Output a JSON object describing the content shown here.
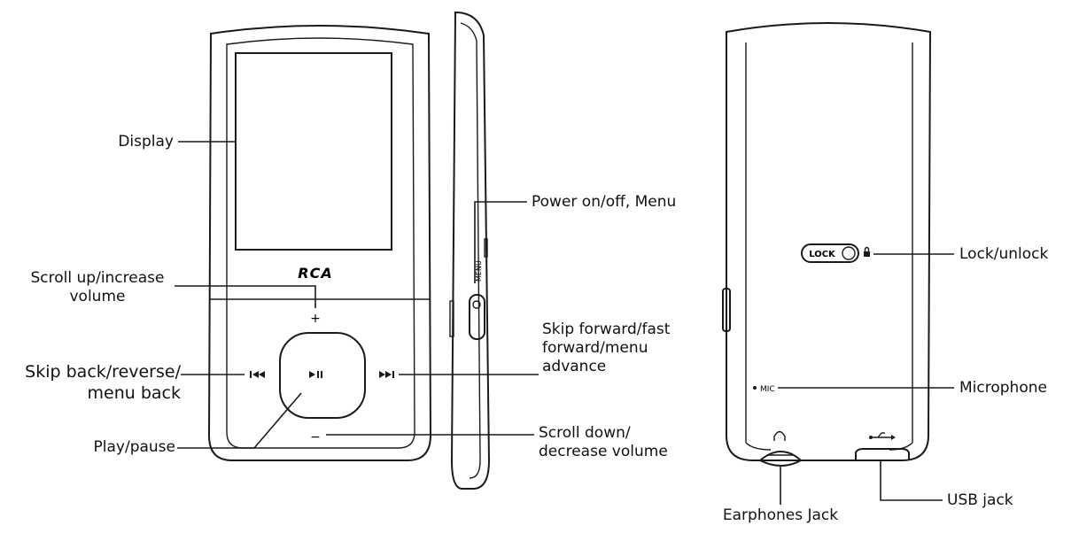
{
  "brand": {
    "logo": "RCA",
    "menu_text": "MENU",
    "lock_text": "LOCK"
  },
  "labels": {
    "display": "Display",
    "scroll_up": [
      "Scroll up/increase",
      "volume"
    ],
    "skip_back": [
      "Skip back/reverse/",
      "menu back"
    ],
    "play_pause": "Play/pause",
    "power": "Power on/off, Menu",
    "skip_forward": [
      "Skip forward/fast",
      "forward/menu",
      "advance"
    ],
    "scroll_down": [
      "Scroll down/",
      "decrease volume"
    ],
    "lock": "Lock/unlock",
    "microphone": "Microphone",
    "usb_jack": "USB jack",
    "earphones": "Earphones Jack",
    "mic_text": "MIC"
  },
  "icons": {
    "plus": "+",
    "minus": "−",
    "prev": "prev-track-icon",
    "playpause": "play-pause-icon",
    "next": "next-track-icon",
    "headphone": "headphone-icon",
    "usb": "usb-icon",
    "padlock": "padlock-icon"
  }
}
